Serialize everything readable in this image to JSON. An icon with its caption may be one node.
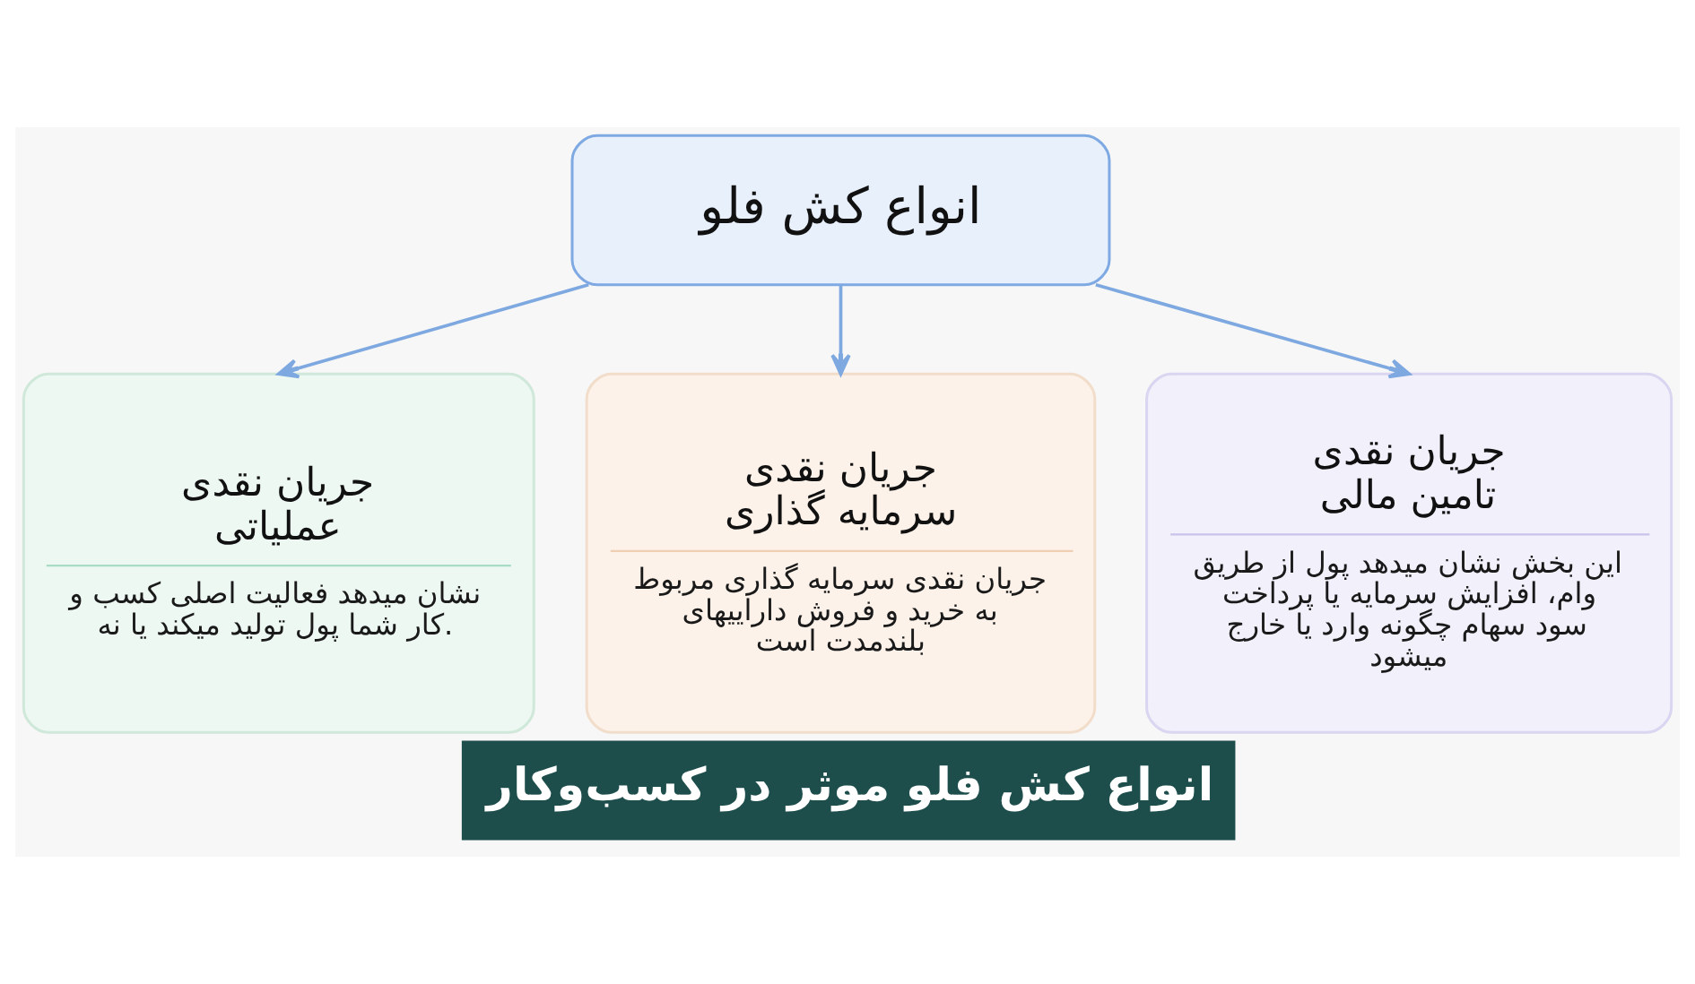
{
  "diagram": {
    "caption": "انواع کش فلو موثر در کسب‌وکار",
    "nodes": [
      {
        "text": [
          "انواع کش فلو"
        ]
      },
      {
        "text": [
          "جریان نقدی عملیاتی",
          "نشان میدهد فعالیت اصلی کسب و کار شما پول تولید میکند یا نه."
        ]
      },
      {
        "text": [
          "جریان نقدی سرمایه گذاری",
          "جریان نقدی سرمایه گذاری مربوط به خرید و فروش داراییهای بلندمدت است"
        ]
      },
      {
        "text": [
          "جریان نقدی تامین مالی",
          "این بخش نشان میدهد پول از طریق وام، افزایش سرمایه یا پرداخت سود سهام چگونه وارد یا خارج میشود"
        ]
      }
    ],
    "edges": [
      {
        "from": 0,
        "to": 1,
        "arrow": "to"
      },
      {
        "from": 0,
        "to": 2,
        "arrow": "to"
      },
      {
        "from": 0,
        "to": 3,
        "arrow": "to"
      }
    ]
  }
}
